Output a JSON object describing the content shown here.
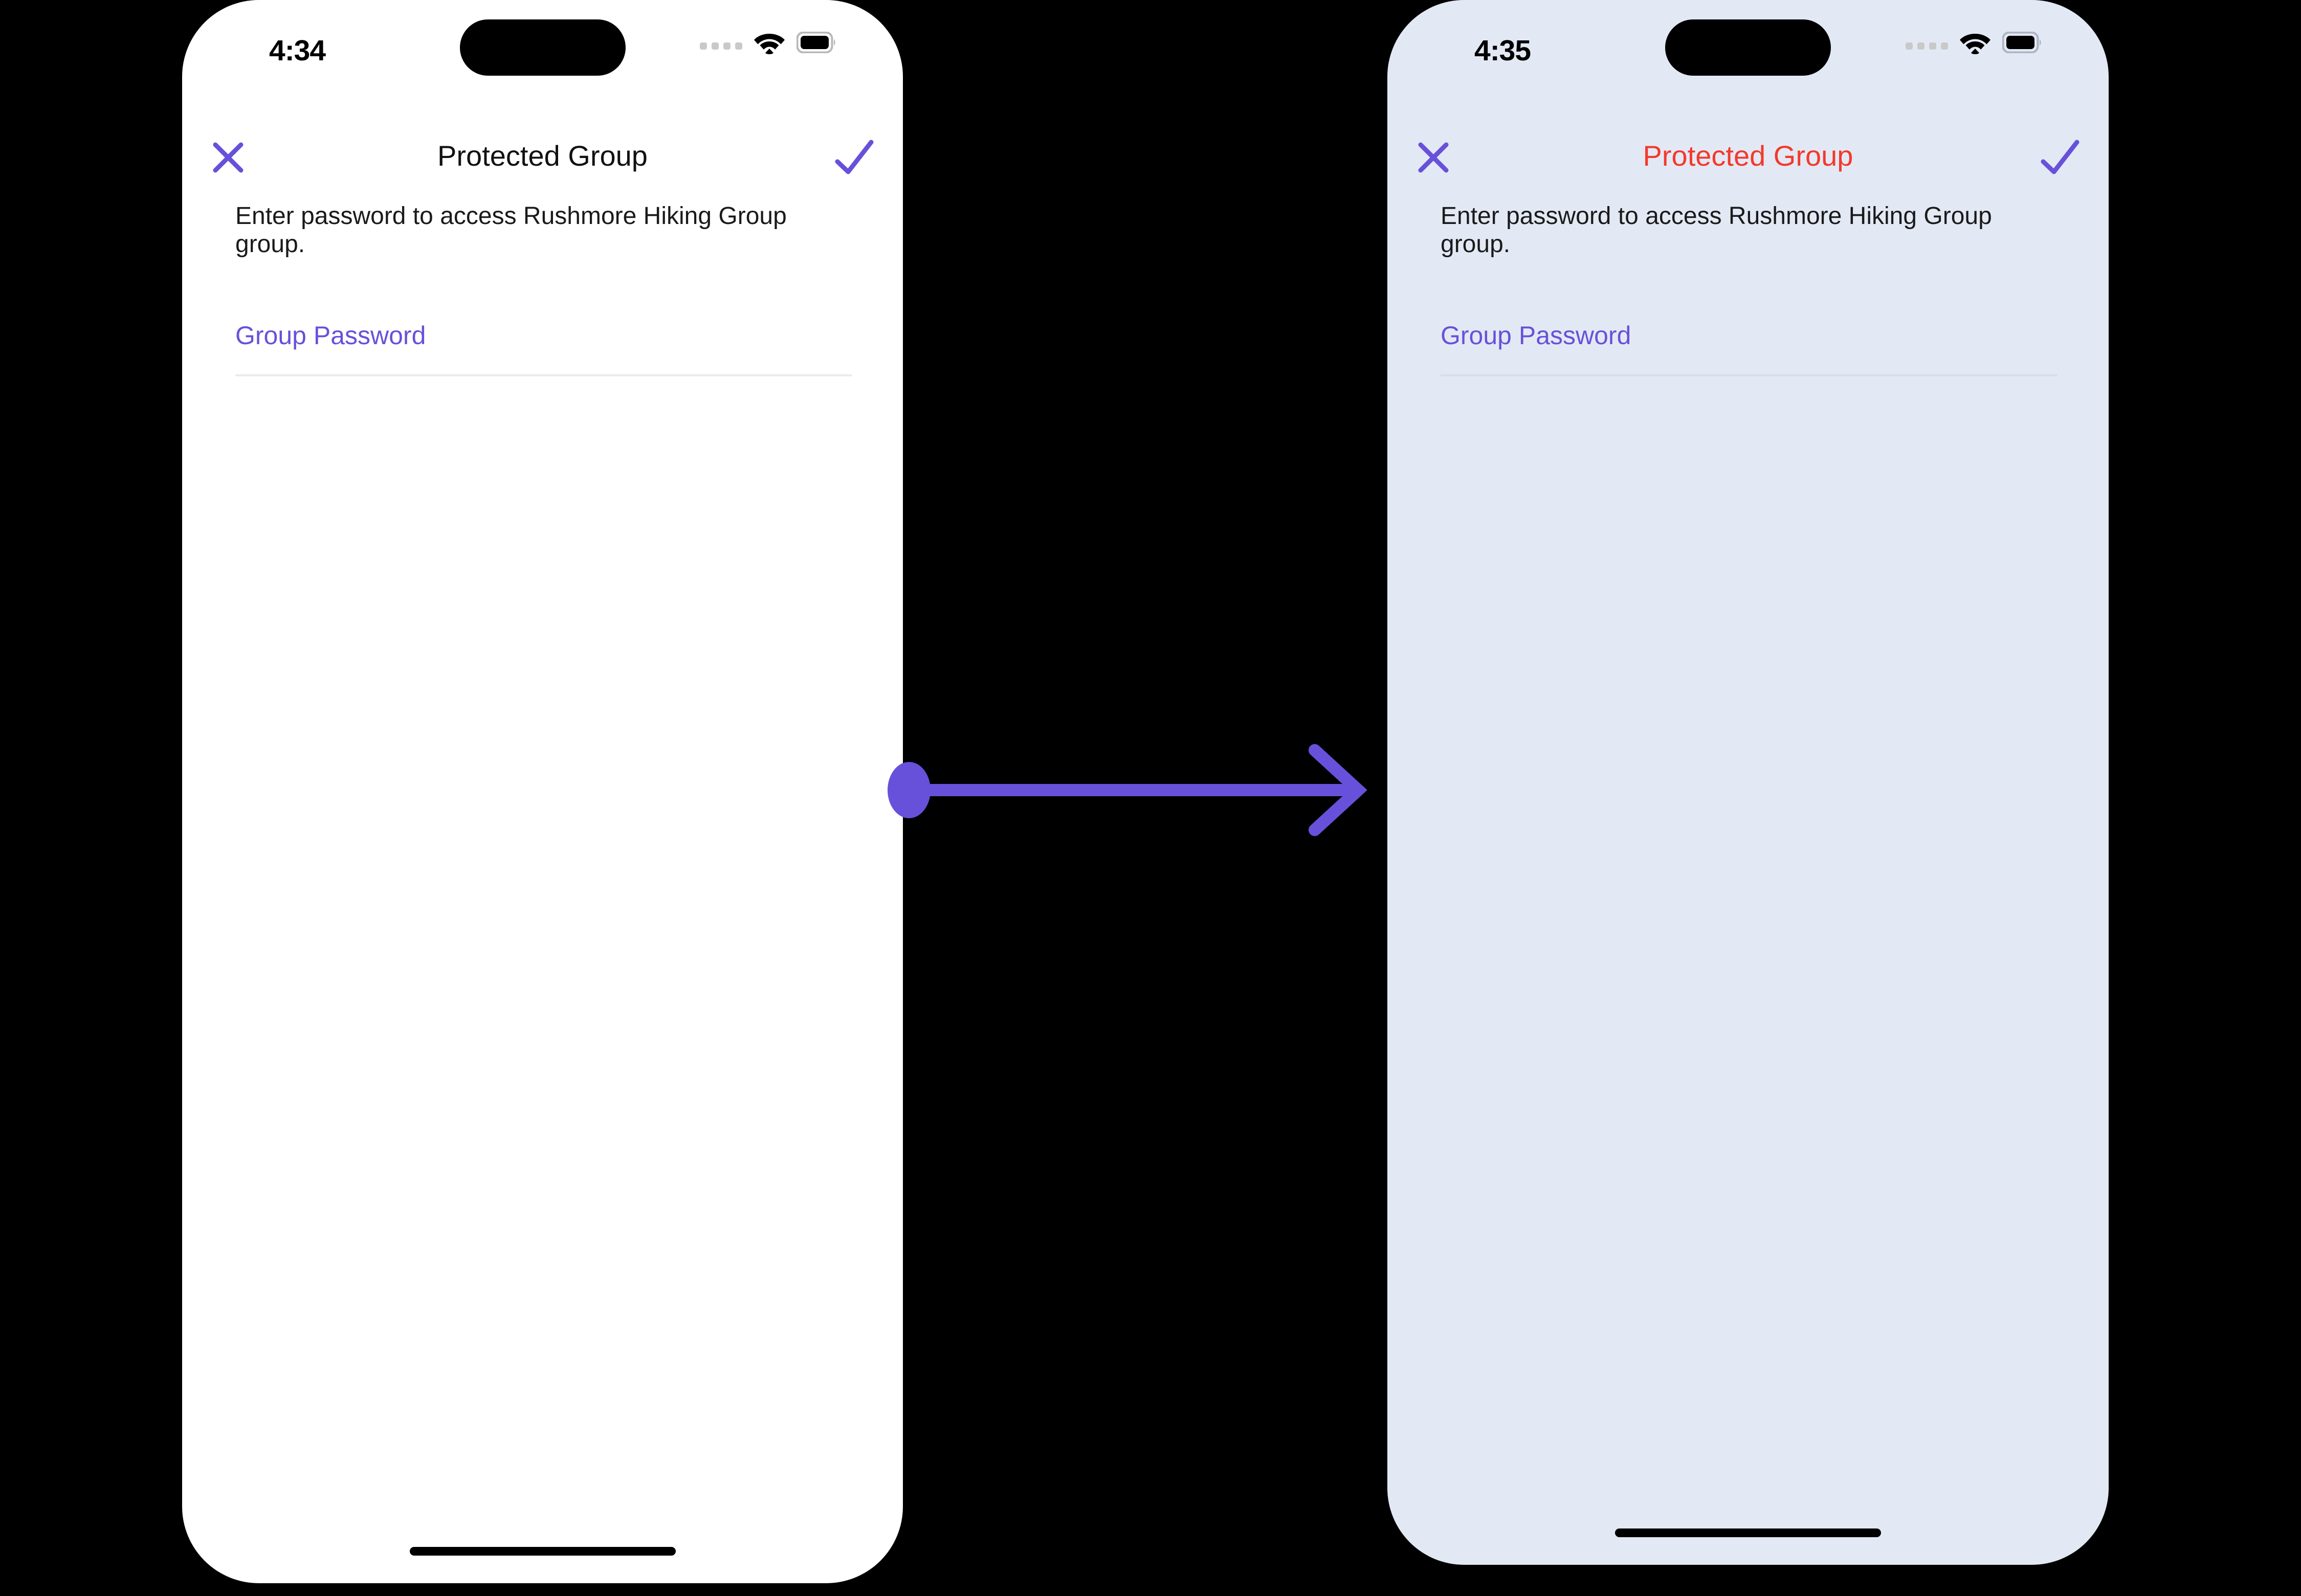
{
  "accent_color": "#6751DA",
  "error_color": "#F3392C",
  "screens": [
    {
      "id": "before",
      "background_color": "#FFFFFF",
      "status_bar": {
        "time": "4:34",
        "signal_icon": "signal-dots-icon",
        "wifi_icon": "wifi-icon",
        "battery_icon": "battery-icon"
      },
      "nav": {
        "close_icon": "close-icon",
        "title": "Protected Group",
        "title_color": "#111111",
        "confirm_icon": "checkmark-icon"
      },
      "description": "Enter password to access Rushmore Hiking Group group.",
      "field": {
        "label": "Group Password",
        "value": "",
        "placeholder": ""
      },
      "home_indicator": "home-indicator"
    },
    {
      "id": "after",
      "background_color": "#E3E9F4",
      "status_bar": {
        "time": "4:35",
        "signal_icon": "signal-dots-icon",
        "wifi_icon": "wifi-icon",
        "battery_icon": "battery-icon"
      },
      "nav": {
        "close_icon": "close-icon",
        "title": "Protected Group",
        "title_color": "#F3392C",
        "confirm_icon": "checkmark-icon"
      },
      "description": "Enter password to access Rushmore Hiking Group group.",
      "field": {
        "label": "Group Password",
        "value": "",
        "placeholder": ""
      },
      "home_indicator": "home-indicator"
    }
  ],
  "transition": {
    "icon": "arrow-right-icon",
    "color": "#6751DA",
    "from": "before",
    "to": "after"
  }
}
